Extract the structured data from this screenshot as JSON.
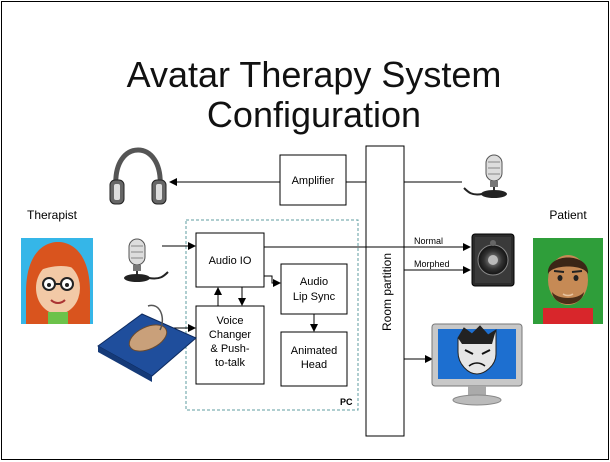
{
  "title": {
    "line1": "Avatar Therapy System",
    "line2": "Configuration"
  },
  "people": {
    "therapist": "Therapist",
    "patient": "Patient"
  },
  "blocks": {
    "amplifier": "Amplifier",
    "audio_io": "Audio IO",
    "voice_changer": [
      "Voice",
      "Changer",
      "& Push-",
      "to-talk"
    ],
    "audio_lip_sync": [
      "Audio",
      "Lip Sync"
    ],
    "animated_head": [
      "Animated",
      "Head"
    ],
    "room_partition": "Room partition",
    "pc": "PC"
  },
  "signals": {
    "normal": "Normal",
    "morphed": "Morphed"
  },
  "icons": {
    "headphones": "headphones-icon",
    "therapist_mic": "microphone-icon",
    "patient_mic": "microphone-icon",
    "mouse": "mouse-icon",
    "speaker": "speaker-icon",
    "monitor": "monitor-icon"
  },
  "colors": {
    "pc_border": "#5f9ea0",
    "therapist_hair": "#d9541e",
    "patient_skin": "#c68a55",
    "tile_bg": "#35b6e8",
    "patient_bg": "#2f9e3a"
  }
}
